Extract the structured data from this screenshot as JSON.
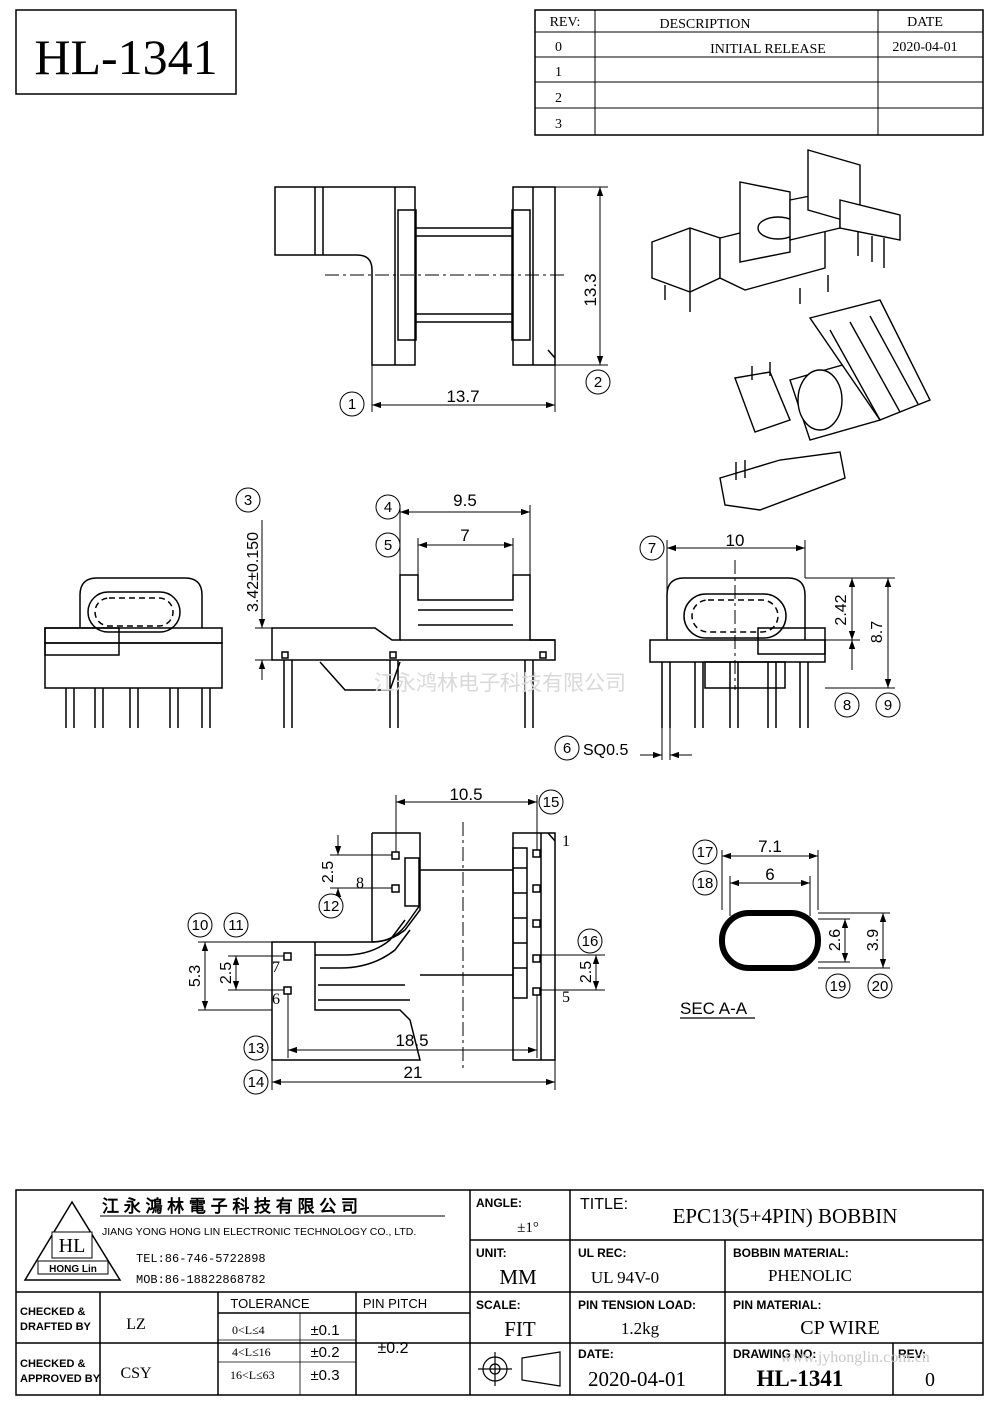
{
  "part_number": "HL-1341",
  "revision_table": {
    "headers": {
      "rev": "REV:",
      "description": "DESCRIPTION",
      "date": "DATE"
    },
    "rows": [
      {
        "rev": "0",
        "description": "INITIAL RELEASE",
        "date": "2020-04-01"
      },
      {
        "rev": "1",
        "description": "",
        "date": ""
      },
      {
        "rev": "2",
        "description": "",
        "date": ""
      },
      {
        "rev": "3",
        "description": "",
        "date": ""
      }
    ]
  },
  "dimensions": {
    "d_13_3": "13.3",
    "d_13_7": "13.7",
    "d_3_42": "3.42±0.150",
    "d_9_5": "9.5",
    "d_7": "7",
    "d_10": "10",
    "d_2_42": "2.42",
    "d_8_7": "8.7",
    "d_sq": "SQ0.5",
    "d_10_5": "10.5",
    "d_2_5_a": "2.5",
    "d_5_3": "5.3",
    "d_2_5_b": "2.5",
    "d_2_5_c": "2.5",
    "d_18_5": "18.5",
    "d_21": "21",
    "d_7_1": "7.1",
    "d_6": "6",
    "d_2_6": "2.6",
    "d_3_9": "3.9"
  },
  "pin_labels": {
    "p1": "1",
    "p5": "5",
    "p6": "6",
    "p7": "7",
    "p8": "8"
  },
  "balloons": [
    "1",
    "2",
    "3",
    "4",
    "5",
    "6",
    "7",
    "8",
    "9",
    "10",
    "11",
    "12",
    "13",
    "14",
    "15",
    "16",
    "17",
    "18",
    "19",
    "20"
  ],
  "section_label": "SEC A-A",
  "watermark_text": "江永鸿林电子科技有限公司",
  "company": {
    "name_cn": "江 永 鴻 林 電 子 科 技 有 限 公 司",
    "name_en": "JIANG YONG HONG LIN ELECTRONIC TECHNOLOGY CO., LTD.",
    "tel": "TEL:86-746-5722898",
    "mob": "MOB:86-18822868782",
    "logo_letters": "HL",
    "logo_name": "HONG Lin"
  },
  "title_block": {
    "angle_label": "ANGLE:",
    "angle_value": "±1°",
    "title_label": "TITLE:",
    "title_value": "EPC13(5+4PIN) BOBBIN",
    "unit_label": "UNIT:",
    "unit_value": "MM",
    "ul_label": "UL REC:",
    "ul_value": "UL 94V-0",
    "bobbin_material_label": "BOBBIN MATERIAL:",
    "bobbin_material_value": "PHENOLIC",
    "scale_label": "SCALE:",
    "scale_value": "FIT",
    "pin_tension_label": "PIN TENSION LOAD:",
    "pin_tension_value": "1.2kg",
    "pin_material_label": "PIN MATERIAL:",
    "pin_material_value": "CP WIRE",
    "date_label": "DATE:",
    "date_value": "2020-04-01",
    "drawing_no_label": "DRAWING NO:",
    "drawing_no_value": "HL-1341",
    "rev_label": "REV:",
    "rev_value": "0",
    "website": "www.jyhonglin.com.cn"
  },
  "signoff": {
    "drafted_label_1": "CHECKED &",
    "drafted_label_2": "DRAFTED  BY",
    "drafted_value": "LZ",
    "approved_label_1": "CHECKED &",
    "approved_label_2": "APPROVED BY",
    "approved_value": "CSY"
  },
  "tolerance": {
    "header": "TOLERANCE",
    "rows": [
      {
        "range": "0<L≤4",
        "value": "±0.1"
      },
      {
        "range": "4<L≤16",
        "value": "±0.2"
      },
      {
        "range": "16<L≤63",
        "value": "±0.3"
      }
    ]
  },
  "pin_pitch": {
    "header": "PIN PITCH",
    "value": "±0.2"
  }
}
